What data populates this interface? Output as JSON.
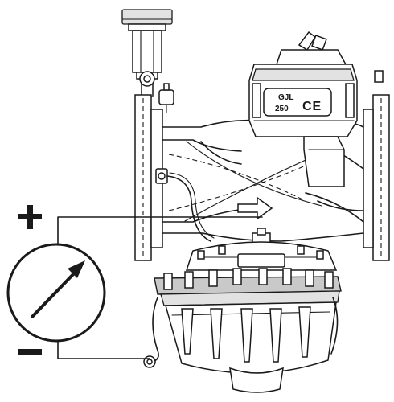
{
  "figure": {
    "nameplate": {
      "material": "GJL",
      "pressure_rating": "250",
      "conformity_mark": "CE"
    },
    "gauge": {
      "plus_sign": "+",
      "minus_sign": "−"
    },
    "colors": {
      "line": "#1a1a1a",
      "shade": "#c9c9c9",
      "background": "#ffffff"
    },
    "icons": [
      "flow-direction-arrow-icon",
      "plus-sign-icon",
      "minus-sign-icon",
      "gauge-needle-arrow-icon"
    ]
  }
}
